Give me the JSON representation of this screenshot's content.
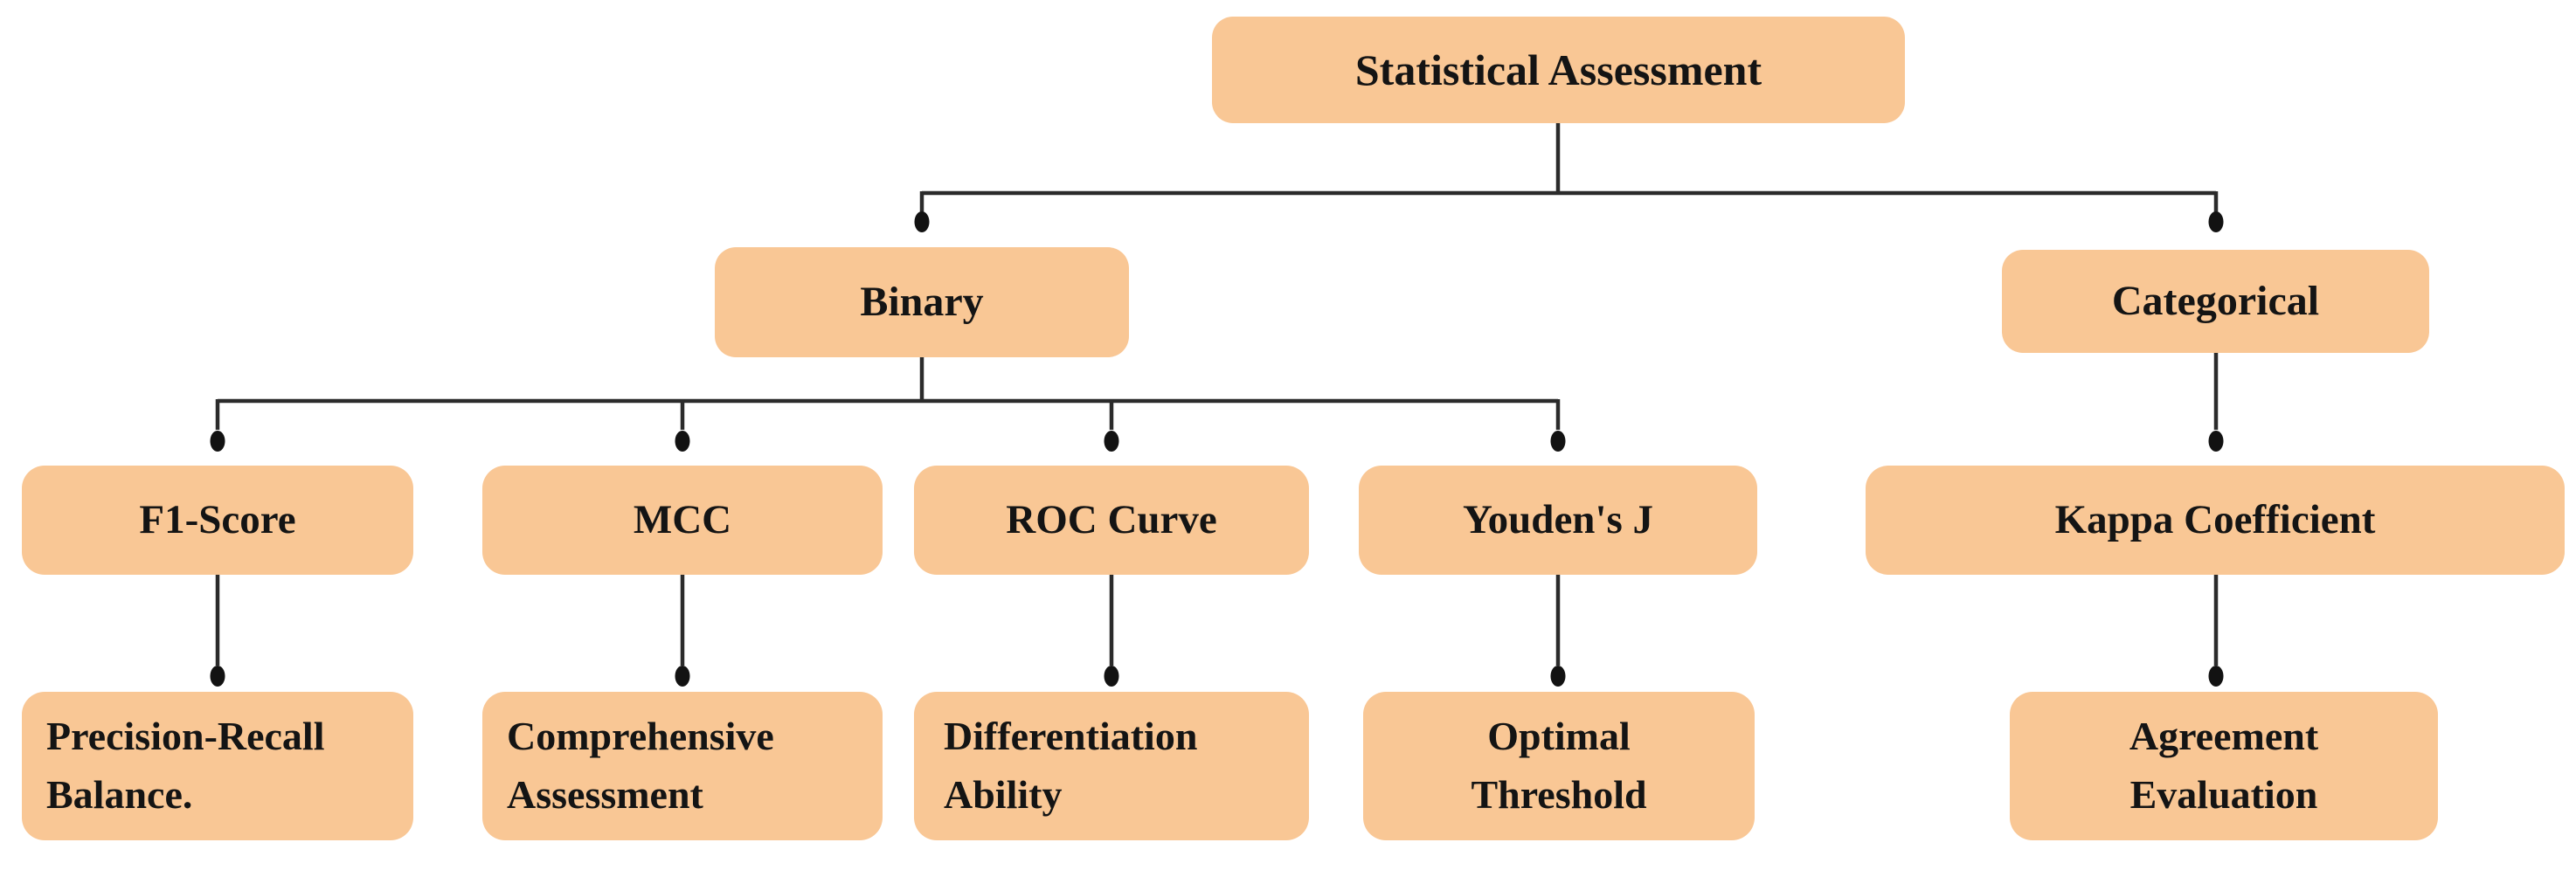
{
  "diagram": {
    "title": "Statistical Assessment",
    "type": "tree-flowchart",
    "colors": {
      "node_fill": "#F9C795",
      "connector_line": "#2B2B2B",
      "connector_dot": "#121212",
      "text": "#141414",
      "background": "#FFFFFF"
    },
    "nodes": {
      "root": {
        "label": "Statistical Assessment",
        "level": 1
      },
      "binary": {
        "label": "Binary",
        "level": 2
      },
      "categorical": {
        "label": "Categorical",
        "level": 2
      },
      "f1": {
        "label": "F1-Score",
        "level": 3
      },
      "mcc": {
        "label": "MCC",
        "level": 3
      },
      "roc": {
        "label": "ROC Curve",
        "level": 3
      },
      "youden": {
        "label": "Youden's J",
        "level": 3
      },
      "kappa": {
        "label": "Kappa Coefficient",
        "level": 3
      },
      "f1_desc": {
        "label": "Precision-Recall\nBalance.",
        "level": 4
      },
      "mcc_desc": {
        "label": "Comprehensive\nAssessment",
        "level": 4
      },
      "roc_desc": {
        "label": "Differentiation\nAbility",
        "level": 4
      },
      "youden_desc": {
        "label": "Optimal\nThreshold",
        "level": 4
      },
      "kappa_desc": {
        "label": "Agreement\nEvaluation",
        "level": 4
      }
    },
    "edges": [
      [
        "root",
        "binary"
      ],
      [
        "root",
        "categorical"
      ],
      [
        "binary",
        "f1"
      ],
      [
        "binary",
        "mcc"
      ],
      [
        "binary",
        "roc"
      ],
      [
        "binary",
        "youden"
      ],
      [
        "categorical",
        "kappa"
      ],
      [
        "f1",
        "f1_desc"
      ],
      [
        "mcc",
        "mcc_desc"
      ],
      [
        "roc",
        "roc_desc"
      ],
      [
        "youden",
        "youden_desc"
      ],
      [
        "kappa",
        "kappa_desc"
      ]
    ]
  }
}
